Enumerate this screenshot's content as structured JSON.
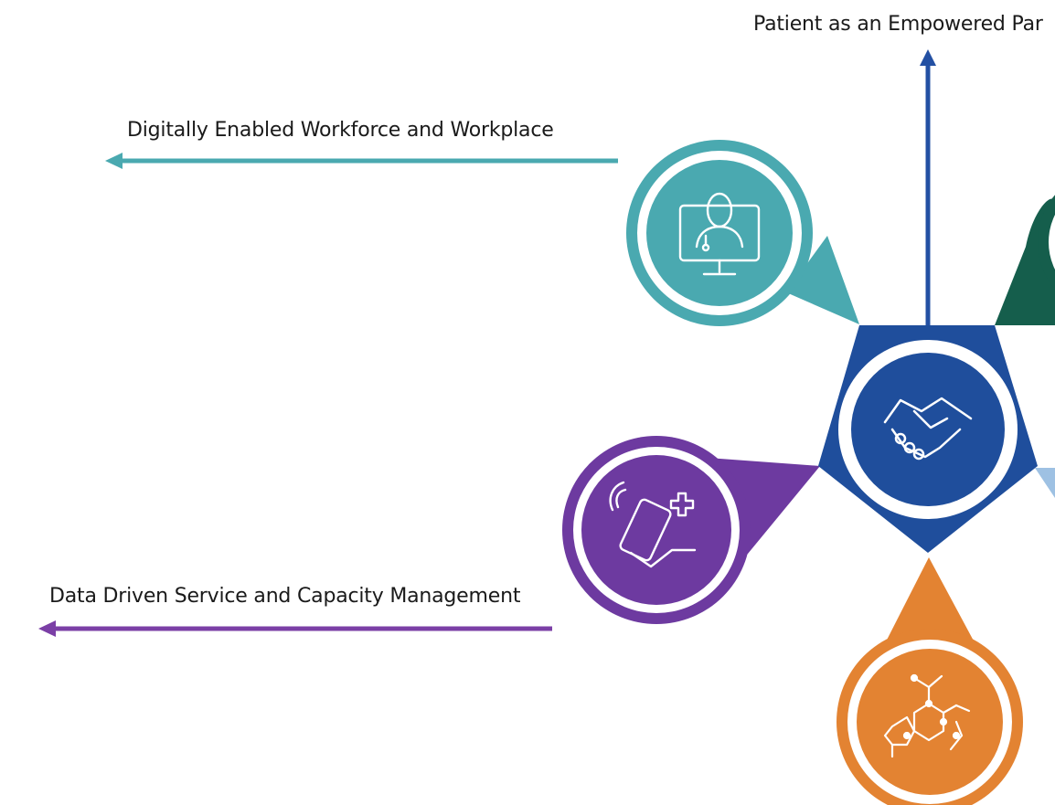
{
  "labels": {
    "top": "Patient as an Empowered Par",
    "workforce": "Digitally Enabled Workforce and Workplace",
    "data": "Data Driven Service and Capacity Management"
  },
  "colors": {
    "center_blue": "#1f4e9c",
    "center_dark": "#1a3f86",
    "teal": "#4aa9b0",
    "purple": "#6d3aa0",
    "orange": "#e38332",
    "dark_green": "#155e4c",
    "light_blue": "#9ec1e3",
    "arrow_blue": "#2350a3",
    "arrow_teal": "#4aa9b0",
    "arrow_purple": "#7b3fa6"
  },
  "icons": {
    "center": "handshake-icon",
    "teal": "doctor-monitor-icon",
    "purple": "phone-in-hand-icon",
    "orange": "molecule-network-icon"
  }
}
